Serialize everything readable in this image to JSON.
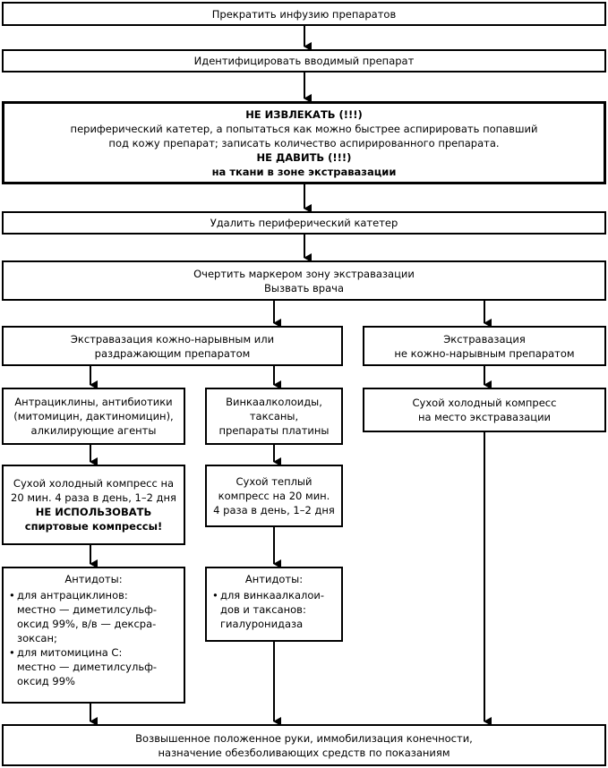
{
  "step1": {
    "text": "Прекратить инфузию препаратов"
  },
  "step2": {
    "text": "Идентифицировать вводимый препарат"
  },
  "step3": {
    "line1": "НЕ ИЗВЛЕКАТЬ (!!!)",
    "line2": "периферический катетер, а попытаться как можно быстрее аспирировать попавший",
    "line3": "под кожу препарат; записать количество аспирированного препарата.",
    "line4": "НЕ ДАВИТЬ (!!!)",
    "line5": "на ткани в зоне экстравазации"
  },
  "step4": {
    "text": "Удалить периферический катетер"
  },
  "step5": {
    "line1": "Очертить маркером зону экстравазации",
    "line2": "Вызвать врача"
  },
  "branch_irritant": {
    "line1": "Экстравазация кожно-нарывным или",
    "line2": "раздражающим препаратом"
  },
  "branch_nonirritant": {
    "line1": "Экстравазация",
    "line2": "не кожно-нарывным препаратом"
  },
  "group_anthra": {
    "line1": "Антрациклины, антибиотики",
    "line2": "(митомицин, дактиномицин),",
    "line3": "алкилирующие агенты"
  },
  "group_vinca": {
    "line1": "Винкаалколоиды,",
    "line2": "таксаны,",
    "line3": "препараты платины"
  },
  "cold_compress_right": {
    "line1": "Сухой холодный компресс",
    "line2": "на место экстравазации"
  },
  "cold_compress_left": {
    "line1": "Сухой холодный компресс на",
    "line2": "20 мин. 4 раза в день, 1–2 дня",
    "line3": "НЕ ИСПОЛЬЗОВАТЬ",
    "line4": "спиртовые компрессы!"
  },
  "warm_compress": {
    "line1": "Сухой теплый",
    "line2": "компресс на 20 мин.",
    "line3": "4 раза в день, 1–2 дня"
  },
  "antidotes_left": {
    "title": "Антидоты:",
    "b1": [
      "для антрациклинов:",
      "местно — диметилсульф-",
      "оксид 99%, в/в — дексра-",
      "зоксан;"
    ],
    "b2": [
      "для митомицина С:",
      "местно — диметилсульф-",
      "оксид 99%"
    ]
  },
  "antidotes_mid": {
    "title": "Антидоты:",
    "b1": [
      "для винкаалкалои-",
      "дов и таксанов:",
      "гиалуронидаза"
    ]
  },
  "final": {
    "line1": "Возвышенное положенное руки, иммобилизация конечности,",
    "line2": "назначение обезболивающих средств по показаниям"
  }
}
